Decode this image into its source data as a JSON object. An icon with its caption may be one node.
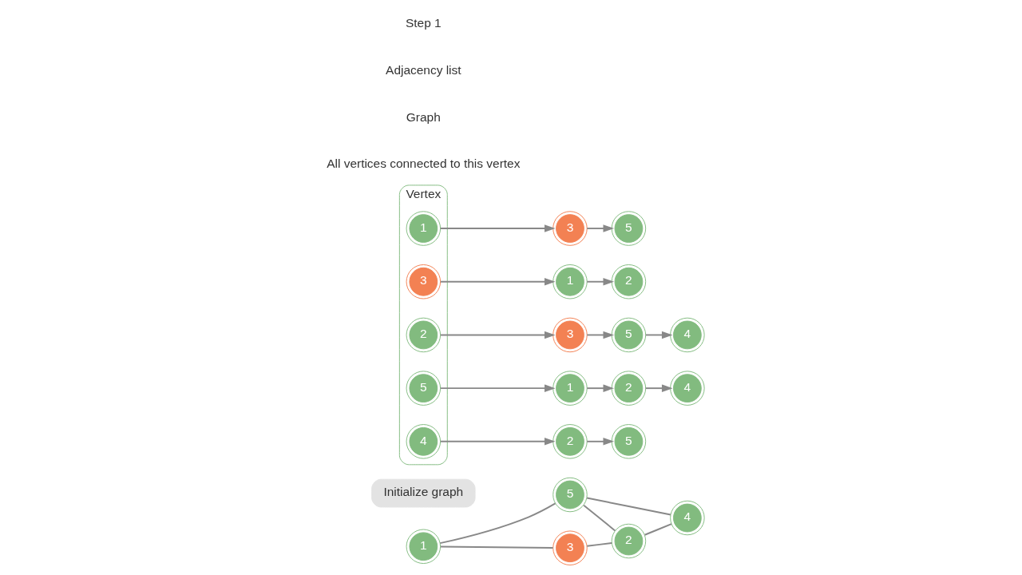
{
  "diagram": {
    "nodes": [
      {
        "text": [
          "1"
        ]
      },
      {
        "text": [
          "5"
        ]
      },
      {
        "text": [
          "4"
        ]
      },
      {
        "text": [
          "3"
        ]
      },
      {
        "text": [
          "2"
        ]
      },
      {
        "text": [
          "Initialize graph"
        ]
      },
      {
        "text": [
          "Vertex"
        ]
      },
      {
        "text": [
          "1"
        ],
        "in": 6
      },
      {
        "text": [
          "3"
        ],
        "in": 6
      },
      {
        "text": [
          "2"
        ],
        "in": 6
      },
      {
        "text": [
          "5"
        ],
        "in": 6
      },
      {
        "text": [
          "4"
        ],
        "in": 6
      },
      {
        "text": [
          "3"
        ]
      },
      {
        "text": [
          "5"
        ]
      },
      {
        "text": [
          "1"
        ]
      },
      {
        "text": [
          "2"
        ]
      },
      {
        "text": [
          "3"
        ]
      },
      {
        "text": [
          "5"
        ]
      },
      {
        "text": [
          "4"
        ]
      },
      {
        "text": [
          "1"
        ]
      },
      {
        "text": [
          "2"
        ]
      },
      {
        "text": [
          "4"
        ]
      },
      {
        "text": [
          "2"
        ]
      },
      {
        "text": [
          "5"
        ]
      }
    ],
    "edges": [
      {
        "from": 0,
        "to": 1,
        "arrow": "none"
      },
      {
        "from": 0,
        "to": 3,
        "arrow": "none"
      },
      {
        "from": 1,
        "to": 4,
        "arrow": "none"
      },
      {
        "from": 1,
        "to": 2,
        "arrow": "none"
      },
      {
        "from": 3,
        "to": 4,
        "arrow": "none"
      },
      {
        "from": 4,
        "to": 2,
        "arrow": "none"
      },
      {
        "from": 7,
        "to": 12,
        "arrow": "to"
      },
      {
        "from": 12,
        "to": 13,
        "arrow": "to"
      },
      {
        "from": 8,
        "to": 14,
        "arrow": "to"
      },
      {
        "from": 14,
        "to": 15,
        "arrow": "to"
      },
      {
        "from": 9,
        "to": 16,
        "arrow": "to"
      },
      {
        "from": 16,
        "to": 17,
        "arrow": "to"
      },
      {
        "from": 17,
        "to": 18,
        "arrow": "to"
      },
      {
        "from": 10,
        "to": 19,
        "arrow": "to"
      },
      {
        "from": 19,
        "to": 20,
        "arrow": "to"
      },
      {
        "from": 20,
        "to": 21,
        "arrow": "to"
      },
      {
        "from": 11,
        "to": 22,
        "arrow": "to"
      },
      {
        "from": 22,
        "to": 23,
        "arrow": "to"
      }
    ],
    "labels": [
      "All vertices connected to this vertex",
      "Graph",
      "Adjacency list",
      "Step 1"
    ]
  }
}
